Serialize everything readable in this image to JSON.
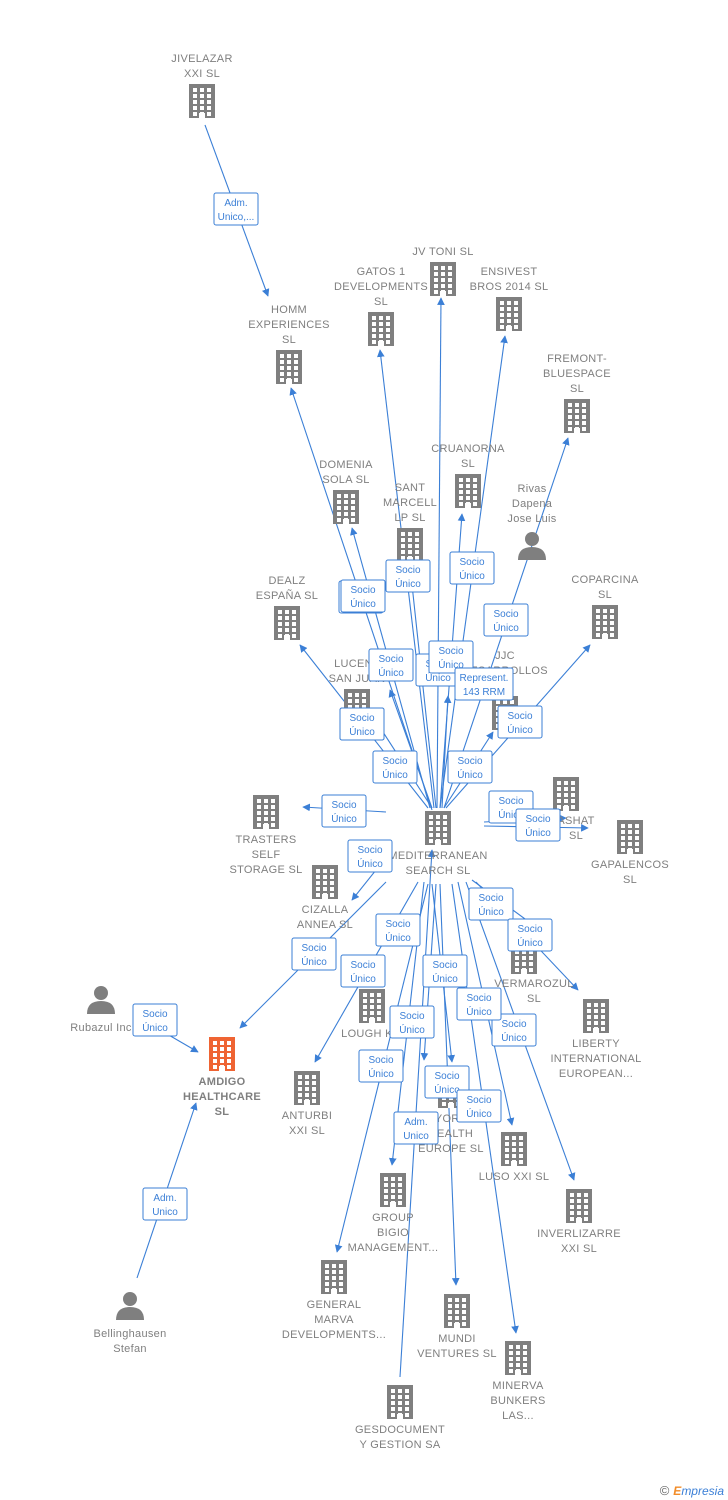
{
  "colors": {
    "edge": "#3b7fd6",
    "node": "#7f7f7f",
    "focus": "#ef6433",
    "label": "#7f7f7f"
  },
  "brand": {
    "copyright": "©",
    "first": "E",
    "rest": "mpresia"
  },
  "nodes": [
    {
      "id": "jivelazar",
      "type": "company",
      "lines": [
        "JIVELAZAR",
        "XXI  SL"
      ]
    },
    {
      "id": "homm",
      "type": "company",
      "lines": [
        "HOMM",
        "EXPERIENCES",
        "SL"
      ]
    },
    {
      "id": "gatos",
      "type": "company",
      "lines": [
        "GATOS 1",
        "DEVELOPMENTS",
        "SL"
      ]
    },
    {
      "id": "jvtoni",
      "type": "company",
      "lines": [
        "JV TONI  SL"
      ]
    },
    {
      "id": "ensivest",
      "type": "company",
      "lines": [
        "ENSIVEST",
        "BROS 2014  SL"
      ]
    },
    {
      "id": "fremont",
      "type": "company",
      "lines": [
        "FREMONT-",
        "BLUESPACE",
        "SL"
      ]
    },
    {
      "id": "cruanorna",
      "type": "company",
      "lines": [
        "CRUANORNA",
        "SL"
      ]
    },
    {
      "id": "domenia",
      "type": "company",
      "lines": [
        "DOMENIA",
        "SOLA SL"
      ]
    },
    {
      "id": "santmarcell",
      "type": "company",
      "lines": [
        "SANT",
        "MARCELL",
        "LP  SL"
      ]
    },
    {
      "id": "rivas",
      "type": "person",
      "lines": [
        "Rivas",
        "Dapena",
        "Jose Luis"
      ]
    },
    {
      "id": "dealz",
      "type": "company",
      "lines": [
        "DEALZ",
        "ESPAÑA  SL"
      ]
    },
    {
      "id": "coparcina",
      "type": "company",
      "lines": [
        "COPARCINA",
        "SL"
      ]
    },
    {
      "id": "lucent",
      "type": "company",
      "lines": [
        "LUCENT",
        "SAN JUAN"
      ]
    },
    {
      "id": "jjc",
      "type": "company",
      "lines": [
        "JJC",
        "DESARROLLOS",
        "SL"
      ]
    },
    {
      "id": "trasters",
      "type": "company",
      "lines": [
        "TRASTERS",
        "SELF",
        "STORAGE  SL"
      ]
    },
    {
      "id": "mediterranean",
      "type": "company",
      "lines": [
        "MEDITERRANEAN",
        "SEARCH SL"
      ]
    },
    {
      "id": "ashat",
      "type": "company",
      "lines": [
        "ASHAT",
        "SL"
      ]
    },
    {
      "id": "gapalencos",
      "type": "company",
      "lines": [
        "GAPALENCOS",
        "SL"
      ]
    },
    {
      "id": "cizalla",
      "type": "company",
      "lines": [
        "CIZALLA",
        "ANNEA  SL"
      ]
    },
    {
      "id": "vermarozul",
      "type": "company",
      "lines": [
        "VERMAROZUL",
        "SL"
      ]
    },
    {
      "id": "rubazul",
      "type": "person",
      "lines": [
        "Rubazul Inc"
      ]
    },
    {
      "id": "liberty",
      "type": "company",
      "lines": [
        "LIBERTY",
        "INTERNATIONAL",
        "EUROPEAN..."
      ]
    },
    {
      "id": "loughk",
      "type": "company",
      "lines": [
        "LOUGH K..."
      ]
    },
    {
      "id": "amdigo",
      "type": "focus",
      "lines": [
        "AMDIGO",
        "HEALTHCARE",
        "SL"
      ]
    },
    {
      "id": "anturbi",
      "type": "company",
      "lines": [
        "ANTURBI",
        "XXI  SL"
      ]
    },
    {
      "id": "yorkhealth",
      "type": "company",
      "lines": [
        "YORK",
        "HEALTH",
        "EUROPE  SL"
      ]
    },
    {
      "id": "lusoxxi",
      "type": "company",
      "lines": [
        "LUSO XXI  SL"
      ]
    },
    {
      "id": "inverlizarre",
      "type": "company",
      "lines": [
        "INVERLIZARRE",
        "XXI  SL"
      ]
    },
    {
      "id": "groupbigio",
      "type": "company",
      "lines": [
        "GROUP",
        "BIGIO",
        "MANAGEMENT..."
      ]
    },
    {
      "id": "generalmarva",
      "type": "company",
      "lines": [
        "GENERAL",
        "MARVA",
        "DEVELOPMENTS..."
      ]
    },
    {
      "id": "mundi",
      "type": "company",
      "lines": [
        "MUNDI",
        "VENTURES  SL"
      ]
    },
    {
      "id": "minerva",
      "type": "company",
      "lines": [
        "MINERVA",
        "BUNKERS",
        "LAS..."
      ]
    },
    {
      "id": "bellinghausen",
      "type": "person",
      "lines": [
        "Bellinghausen",
        "Stefan"
      ]
    },
    {
      "id": "gesdocument",
      "type": "company",
      "lines": [
        "GESDOCUMENT",
        "Y GESTION SA"
      ]
    }
  ],
  "relations": [
    {
      "id": "r-jiv-homm",
      "lines": [
        "Adm.",
        "Unico,..."
      ]
    },
    {
      "id": "r-med-domenia",
      "lines": [
        "Socio",
        "Único"
      ]
    },
    {
      "id": "r-med-santmarcell",
      "lines": [
        "Socio",
        "Único"
      ]
    },
    {
      "id": "r-med-jvtoni",
      "lines": [
        "Socio",
        "Único"
      ]
    },
    {
      "id": "r-med-gatos",
      "lines": [
        "Socio",
        "Único"
      ]
    },
    {
      "id": "r-med-cruanorna",
      "lines": [
        "Socio",
        "Único"
      ]
    },
    {
      "id": "r-med-fremont",
      "lines": [
        "Socio",
        "Único"
      ]
    },
    {
      "id": "r-med-homm",
      "lines": [
        "Socio",
        "Único"
      ]
    },
    {
      "id": "r-med-ensivest",
      "lines": [
        "Socio",
        "Único"
      ]
    },
    {
      "id": "r-med-rep",
      "lines": [
        "Represent.",
        "143 RRM"
      ]
    },
    {
      "id": "r-med-lucent2",
      "lines": [
        "Socio",
        "Único"
      ]
    },
    {
      "id": "r-med-dealz",
      "lines": [
        "Socio",
        "Único"
      ]
    },
    {
      "id": "r-med-coparcina",
      "lines": [
        "Socio",
        "Único"
      ]
    },
    {
      "id": "r-med-lucent",
      "lines": [
        "Socio",
        "Único"
      ]
    },
    {
      "id": "r-med-jjc",
      "lines": [
        "Socio",
        "Único"
      ]
    },
    {
      "id": "r-med-trasters",
      "lines": [
        "Socio",
        "Único"
      ]
    },
    {
      "id": "r-med-ashat",
      "lines": [
        "Socio",
        "Único"
      ]
    },
    {
      "id": "r-med-ashat2",
      "lines": [
        "Socio",
        "Único"
      ]
    },
    {
      "id": "r-med-cizalla",
      "lines": [
        "Socio",
        "Único"
      ]
    },
    {
      "id": "r-med-gapalencos",
      "lines": [
        "Socio",
        "Único"
      ]
    },
    {
      "id": "r-med-vermarozul",
      "lines": [
        "Socio",
        "Único"
      ]
    },
    {
      "id": "r-med-amdigo",
      "lines": [
        "Socio",
        "Único"
      ]
    },
    {
      "id": "r-med-liberty",
      "lines": [
        "Socio",
        "Único"
      ]
    },
    {
      "id": "r-med-anturbi",
      "lines": [
        "Socio",
        "Único"
      ]
    },
    {
      "id": "r-med-loughk",
      "lines": [
        "Socio",
        "Único"
      ]
    },
    {
      "id": "r-med-lusoxxi",
      "lines": [
        "Socio",
        "Único"
      ]
    },
    {
      "id": "r-rubazul-amdigo",
      "lines": [
        "Socio",
        "Único"
      ]
    },
    {
      "id": "r-med-york",
      "lines": [
        "Socio",
        "Único"
      ]
    },
    {
      "id": "r-med-inverlizarre",
      "lines": [
        "Socio",
        "Único"
      ]
    },
    {
      "id": "r-med-generalmarva",
      "lines": [
        "Socio",
        "Único"
      ]
    },
    {
      "id": "r-med-mundi",
      "lines": [
        "Socio",
        "Único"
      ]
    },
    {
      "id": "r-med-minerva",
      "lines": [
        "Socio",
        "Único"
      ]
    },
    {
      "id": "r-gesdoc-med",
      "lines": [
        "Adm.",
        "Unico"
      ]
    },
    {
      "id": "r-bell-amdigo",
      "lines": [
        "Adm.",
        "Unico"
      ]
    }
  ]
}
